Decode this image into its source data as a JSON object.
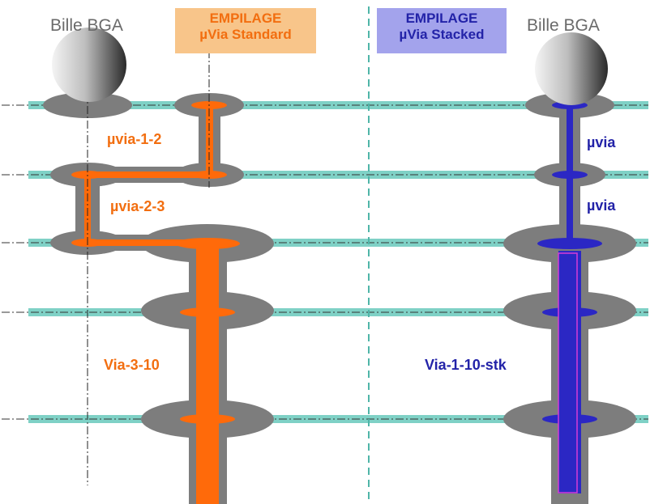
{
  "left_ball_label": "Bille BGA",
  "right_ball_label": "Bille BGA",
  "standard_box": {
    "line1": "EMPILAGE",
    "line2": "µVia Standard",
    "bg": "#f8c58a",
    "color": "#f26e10"
  },
  "stacked_box": {
    "line1": "EMPILAGE",
    "line2": "µVia Stacked",
    "bg": "#a3a3ec",
    "color": "#2323a8"
  },
  "left_labels": {
    "uvia_1_2": "µvia-1-2",
    "uvia_2_3": "µvia-2-3",
    "via_3_10": "Via-3-10"
  },
  "right_labels": {
    "uvia_top": "µvia",
    "uvia_mid": "µvia",
    "via_1_10_stk": "Via-1-10-stk"
  },
  "colors": {
    "layer": "#7fd1c6",
    "pad": "#7d7d7d",
    "orange_via": "#ff6a0a",
    "blue_via": "#2b27c4",
    "blue_outline": "#d63cd6"
  }
}
